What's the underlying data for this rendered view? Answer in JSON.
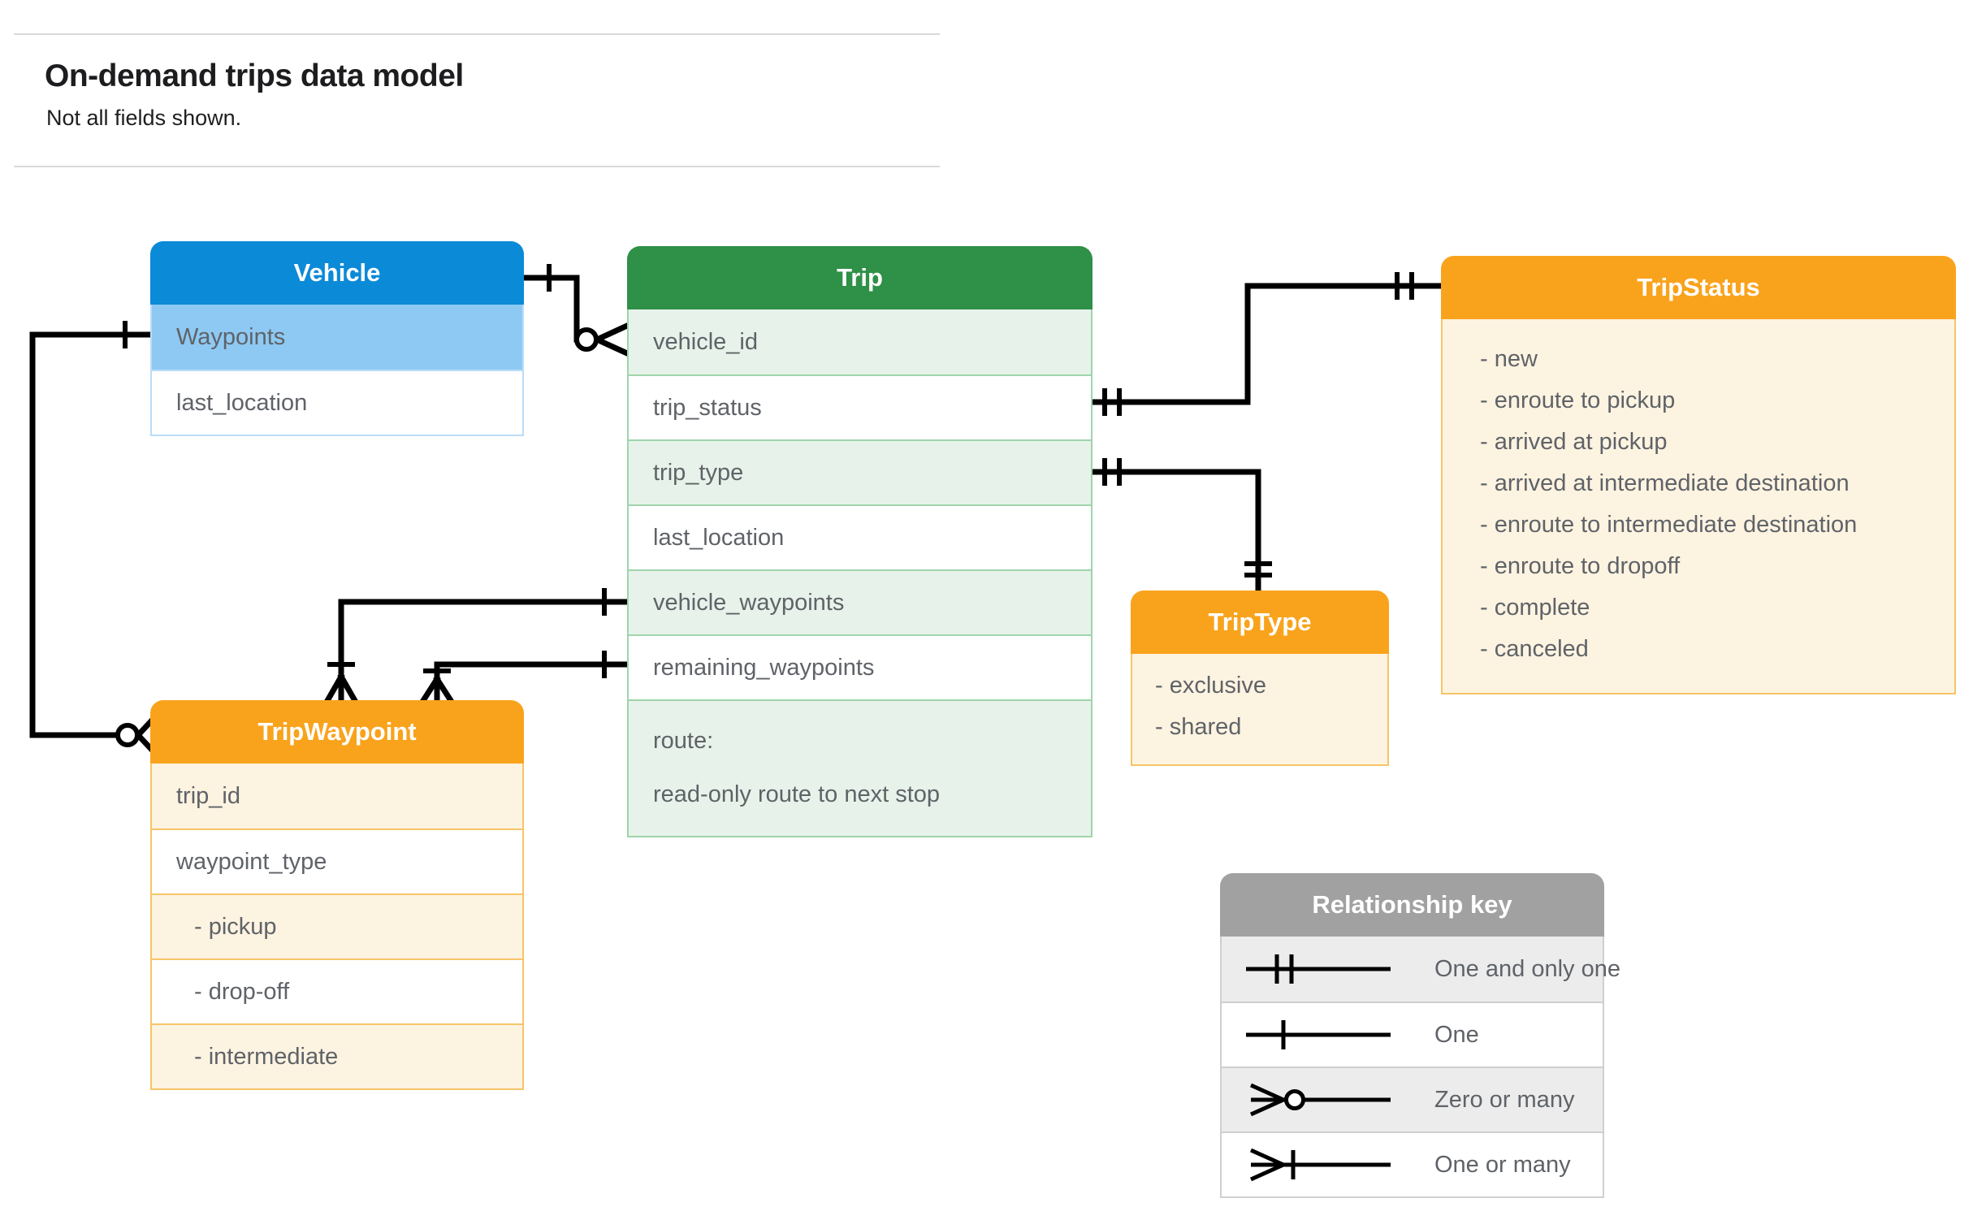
{
  "page": {
    "title": "On-demand trips data model",
    "subtitle": "Not all fields shown."
  },
  "colors": {
    "vehicle_header": "#0b8ad8",
    "vehicle_highlight_row": "#8ec9f3",
    "trip_header": "#2f9048",
    "trip_tint_row": "#e7f3ea",
    "orange_header": "#f9a31c",
    "orange_tint_row": "#fdf3e1",
    "legend_header": "#a1a1a1",
    "legend_tint_row": "#ececec",
    "connector": "#000000",
    "field_text": "#5f6368"
  },
  "entities": {
    "vehicle": {
      "title": "Vehicle",
      "rows": [
        "Waypoints",
        "last_location"
      ]
    },
    "trip": {
      "title": "Trip",
      "rows": [
        "vehicle_id",
        "trip_status",
        "trip_type",
        "last_location",
        "vehicle_waypoints",
        "remaining_waypoints"
      ],
      "route": {
        "line1": "route:",
        "line2": "read-only route to next stop"
      }
    },
    "trip_status": {
      "title": "TripStatus",
      "values": [
        "- new",
        "- enroute to pickup",
        "- arrived at pickup",
        "- arrived at intermediate destination",
        "- enroute to intermediate destination",
        "- enroute to dropoff",
        "- complete",
        "- canceled"
      ]
    },
    "trip_type": {
      "title": "TripType",
      "values": [
        "- exclusive",
        "- shared"
      ]
    },
    "trip_waypoint": {
      "title": "TripWaypoint",
      "rows": [
        "trip_id",
        "waypoint_type",
        "- pickup",
        "- drop-off",
        "- intermediate"
      ]
    }
  },
  "legend": {
    "title": "Relationship key",
    "items": [
      {
        "symbol": "one-and-only-one",
        "label": "One and only one"
      },
      {
        "symbol": "one",
        "label": "One"
      },
      {
        "symbol": "zero-or-many",
        "label": "Zero or many"
      },
      {
        "symbol": "one-or-many",
        "label": "One or many"
      }
    ]
  }
}
